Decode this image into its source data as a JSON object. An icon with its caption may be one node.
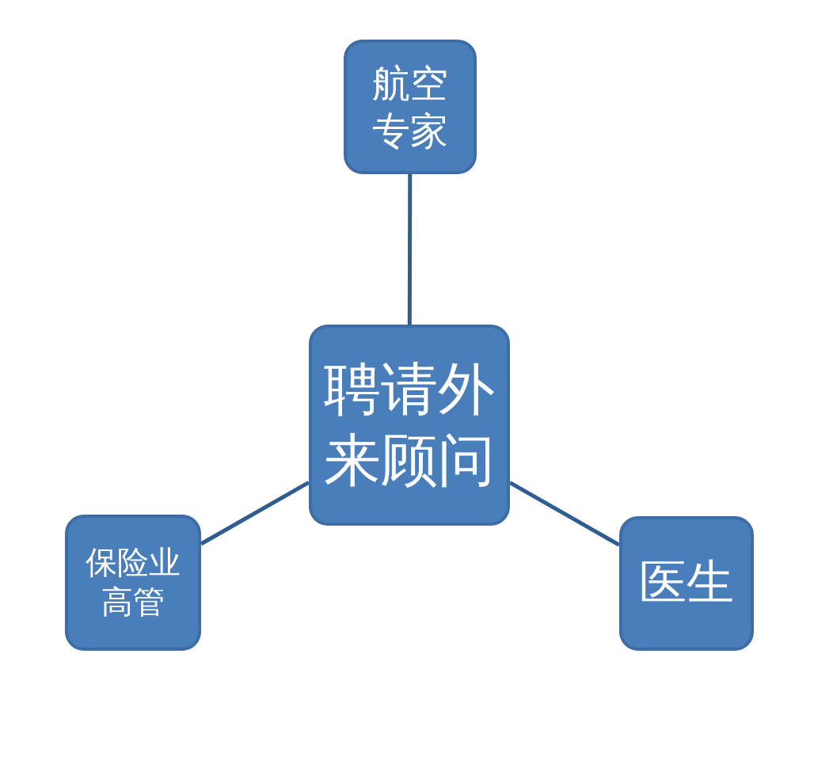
{
  "diagram": {
    "nodes": [
      {
        "text": [
          "聘请外来顾问"
        ]
      },
      {
        "text": [
          "航空专家"
        ]
      },
      {
        "text": [
          "保险业高管"
        ]
      },
      {
        "text": [
          "医生"
        ]
      }
    ],
    "edges": [
      {
        "from": 0,
        "to": 1,
        "arrow": "none"
      },
      {
        "from": 0,
        "to": 2,
        "arrow": "none"
      },
      {
        "from": 0,
        "to": 3,
        "arrow": "none"
      }
    ]
  }
}
